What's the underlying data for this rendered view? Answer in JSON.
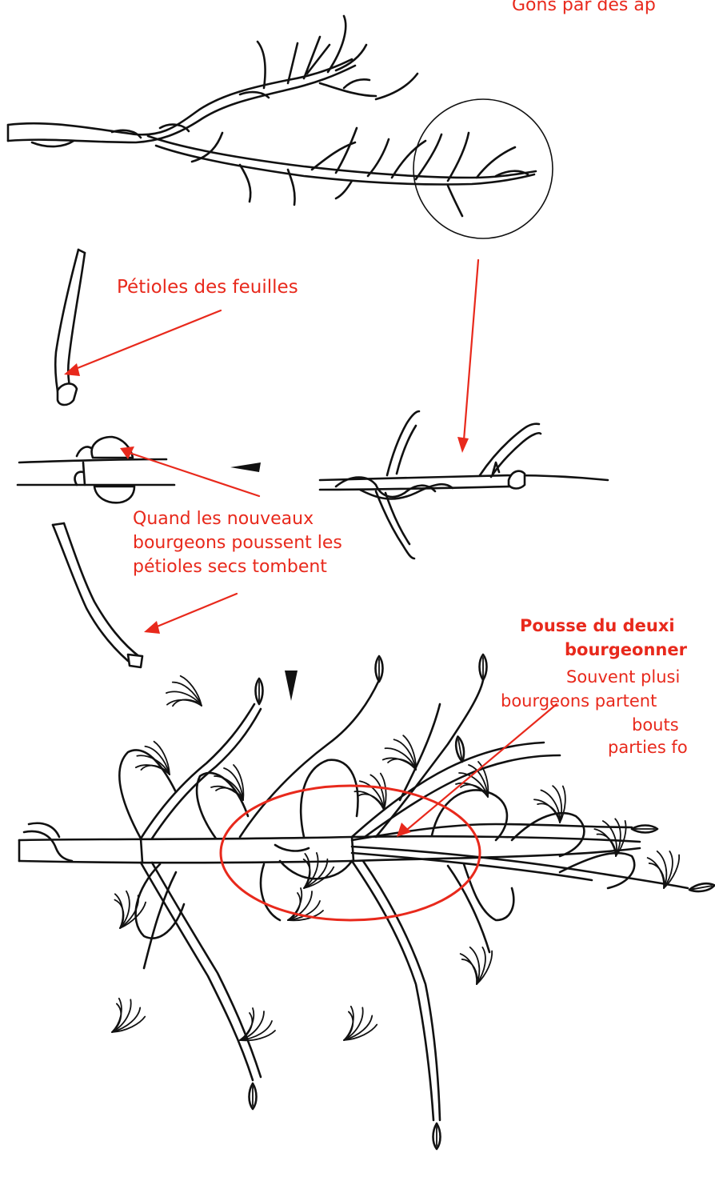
{
  "labels": {
    "top_caption_fragment": "Gons par des ap",
    "petioles": "Pétioles des feuilles",
    "new_buds_line1": "Quand les nouveaux",
    "new_buds_line2": "bourgeons poussent les",
    "new_buds_line3": "pétioles secs tombent",
    "second_budding_line1": "Pousse du deuxi",
    "second_budding_line2": "bourgeonner",
    "several_buds_line1": "Souvent plusi",
    "several_buds_line2": "bourgeons partent",
    "several_buds_line3": "bouts",
    "several_buds_line4": "parties fo"
  },
  "colors": {
    "annotation": "#e8291c",
    "ink": "#111111",
    "background": "#ffffff"
  }
}
